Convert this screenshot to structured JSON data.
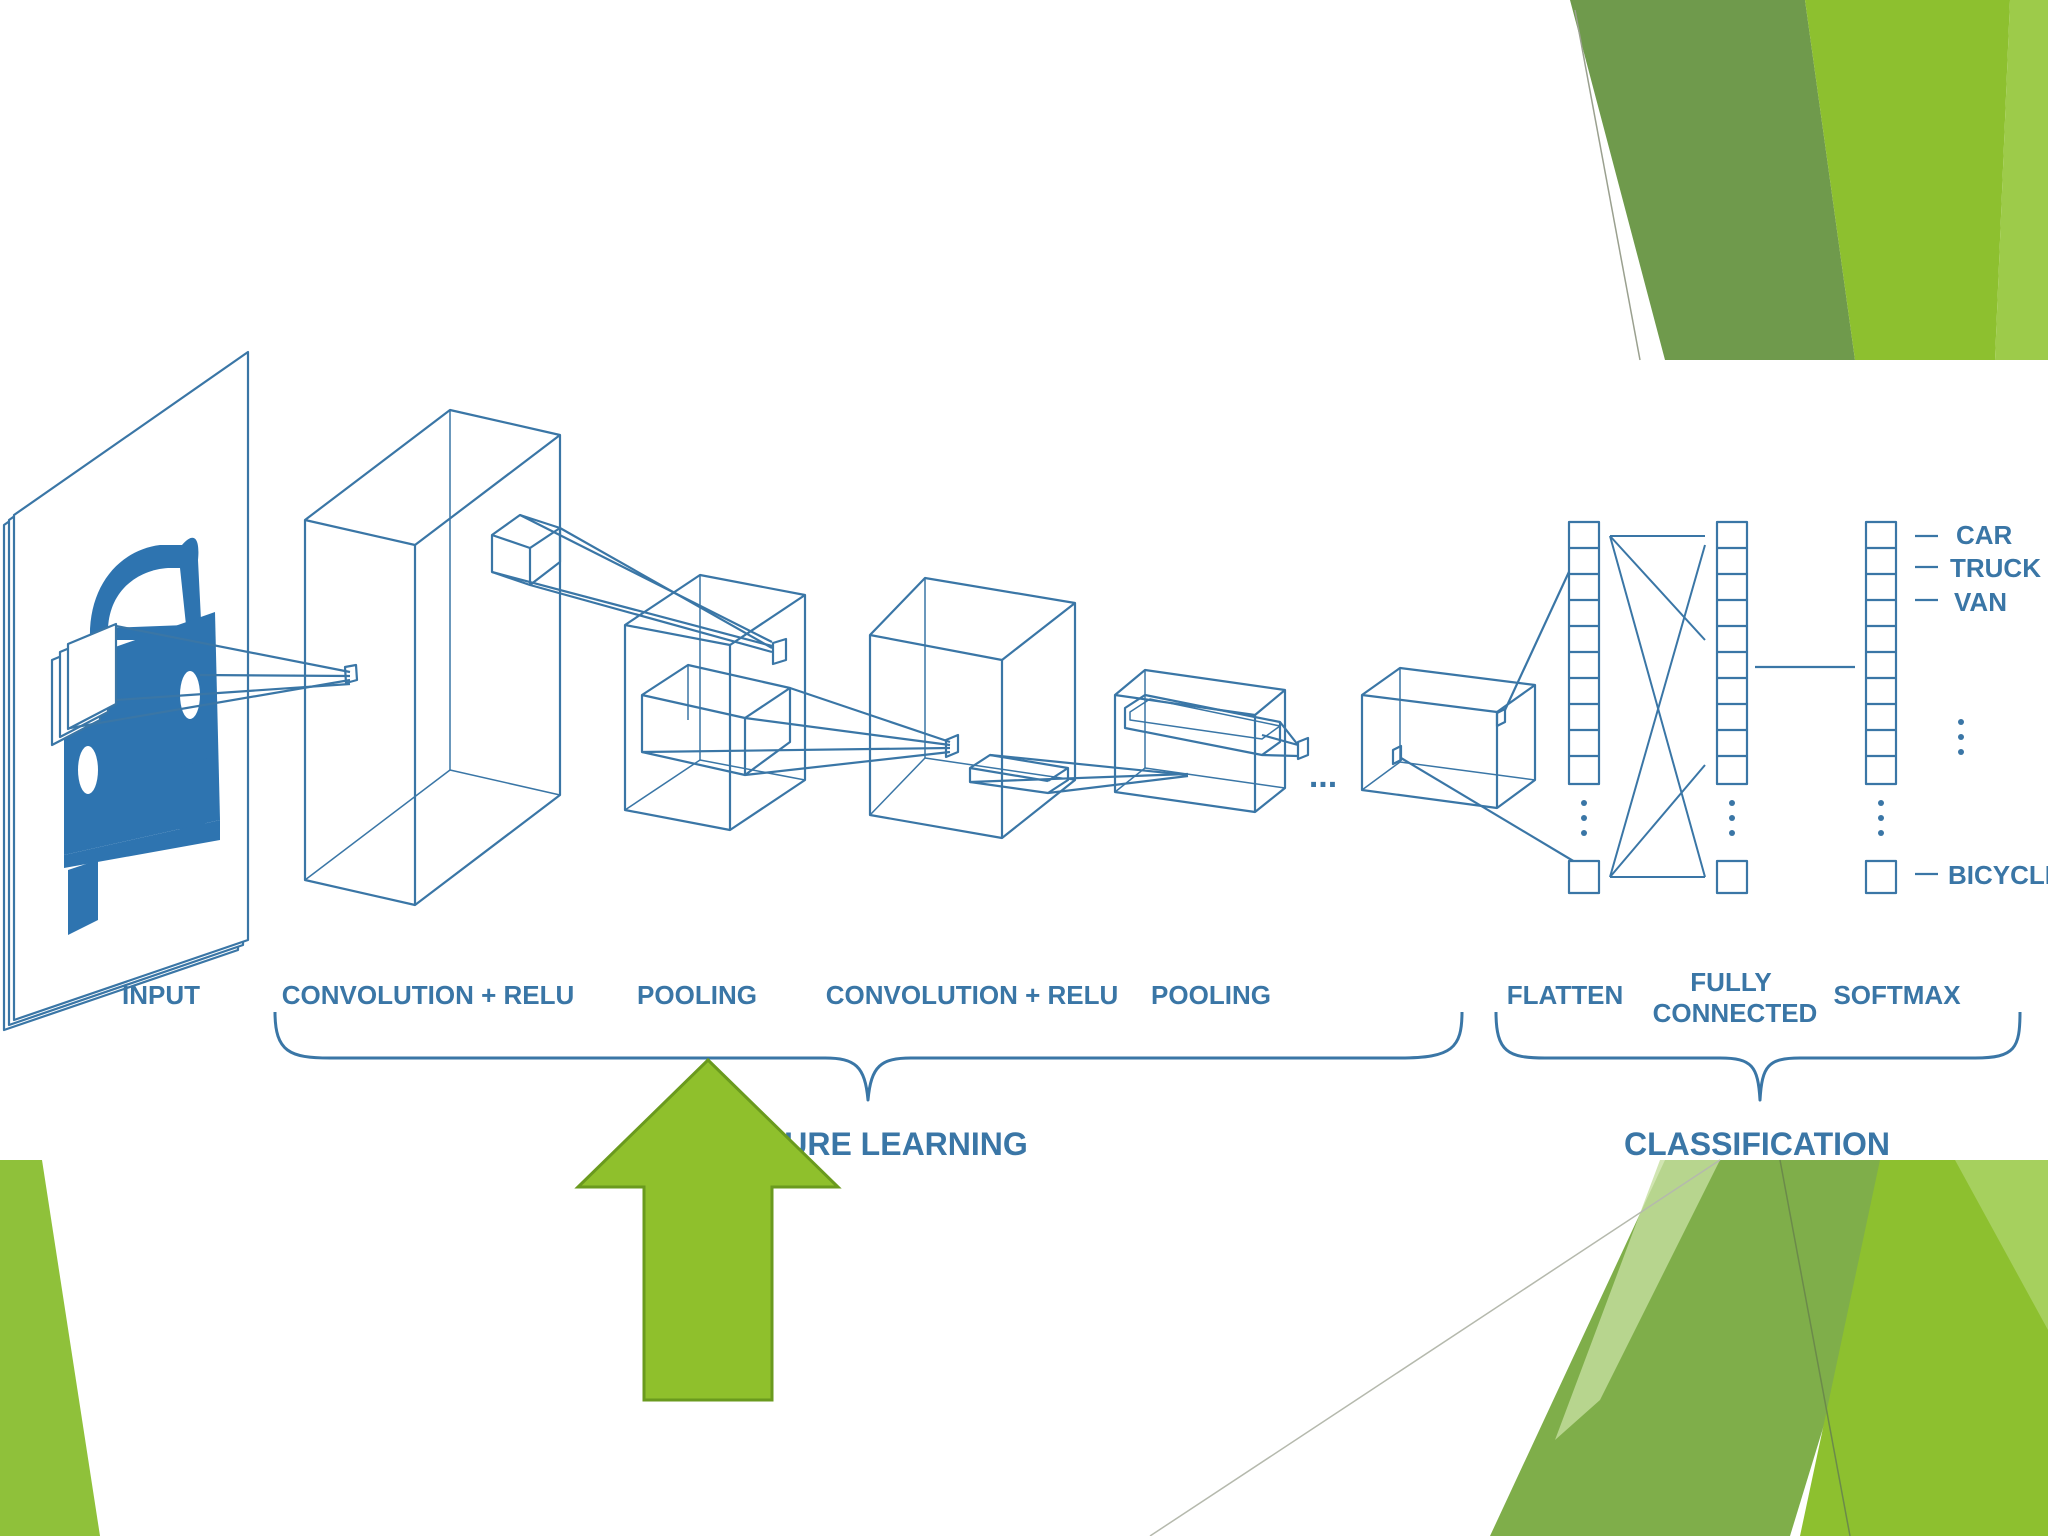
{
  "slide": {
    "theme_colors": {
      "diagram_blue": "#3a76a6",
      "car_blue": "#2e74b0",
      "green_dark": "#6f9a4c",
      "green_mid": "#7dab42",
      "green_bright": "#8dc02f",
      "green_light": "#b7d985",
      "arrow_fill": "#8fc02c",
      "arrow_stroke": "#6a9a1e"
    },
    "arrow": {
      "direction": "up",
      "shape": "block-arrow"
    }
  },
  "diagram": {
    "stages": [
      "INPUT",
      "CONVOLUTION + RELU",
      "POOLING",
      "CONVOLUTION + RELU",
      "POOLING",
      "FLATTEN",
      "FULLY",
      "CONNECTED",
      "SOFTMAX"
    ],
    "ellipsis": "...",
    "outputs": [
      "CAR",
      "TRUCK",
      "VAN",
      "BICYCLE"
    ],
    "groups": [
      "URE LEARNING",
      "CLASSIFICATION"
    ]
  }
}
